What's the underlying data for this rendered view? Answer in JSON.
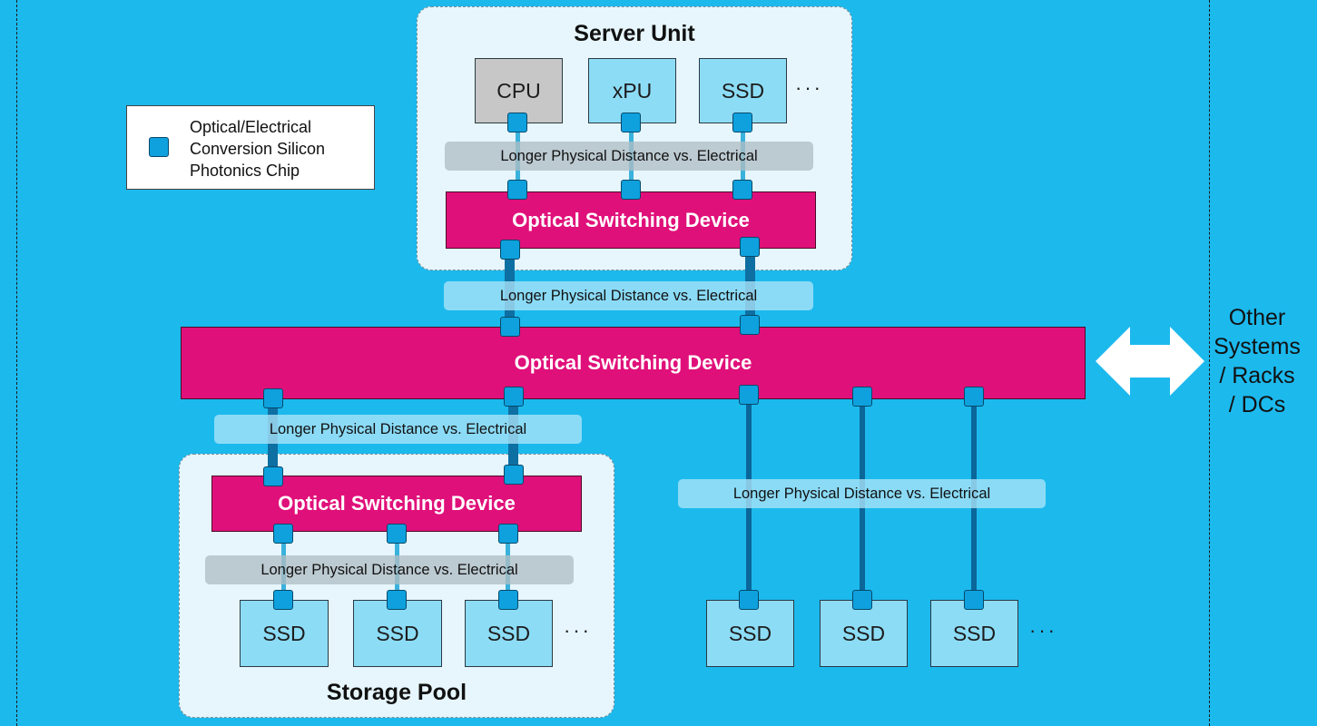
{
  "legend": {
    "chip_label": "Optical/Electrical Conversion Silicon Photonics Chip"
  },
  "server_unit": {
    "title": "Server Unit",
    "components": [
      "CPU",
      "xPU",
      "SSD"
    ],
    "ellipsis": "···",
    "band_label": "Longer Physical Distance vs. Electrical",
    "device_label": "Optical Switching Device"
  },
  "core": {
    "band_top_label": "Longer Physical Distance vs. Electrical",
    "device_label": "Optical Switching Device",
    "band_left_label": "Longer Physical Distance vs. Electrical",
    "band_right_label": "Longer Physical Distance vs. Electrical"
  },
  "storage_pool": {
    "title": "Storage Pool",
    "device_label": "Optical Switching Device",
    "band_label": "Longer Physical Distance vs. Electrical",
    "ssds": [
      "SSD",
      "SSD",
      "SSD"
    ],
    "ellipsis": "···"
  },
  "direct_ssds": {
    "ssds": [
      "SSD",
      "SSD",
      "SSD"
    ],
    "ellipsis": "···"
  },
  "other_systems": {
    "line1": "Other",
    "line2": "Systems",
    "line3": "/ Racks",
    "line4": "/ DCs"
  },
  "colors": {
    "background": "#1cb9ed",
    "switching_device": "#e0107a",
    "chip": "#0ea1de",
    "component": "#8ddcf6",
    "cpu": "#c7c7c7",
    "panel": "#e6f6fc"
  }
}
